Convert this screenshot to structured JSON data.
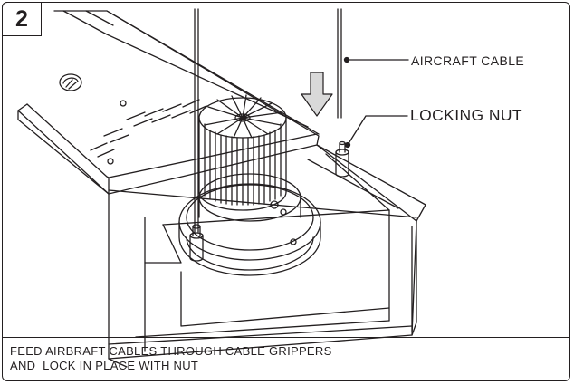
{
  "step": {
    "number": "2"
  },
  "labels": {
    "aircraft_cable": "AIRCRAFT CABLE",
    "locking_nut": "LOCKING NUT"
  },
  "caption": {
    "line1": "FEED AIRBRAFT CABLES THROUGH CABLE GRIPPERS",
    "line2": "AND  LOCK IN PLACE WITH NUT"
  },
  "colors": {
    "line": "#231f20",
    "arrow_fill": "#d9d9d9",
    "background": "#ffffff"
  }
}
